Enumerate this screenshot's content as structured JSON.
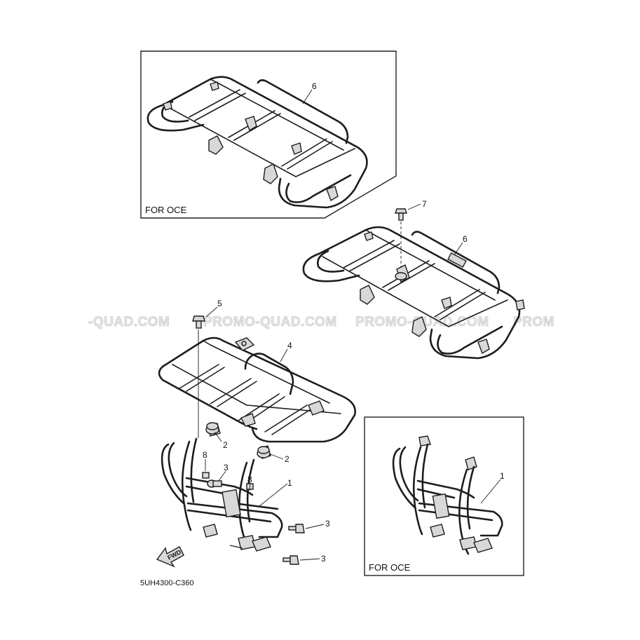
{
  "watermarks": [
    "-QUAD.COM",
    "PROMO-QUAD.COM",
    "PROMO-QUAD.COM",
    "PROM"
  ],
  "boxes": {
    "top_box_label": "FOR OCE",
    "bottom_box_label": "FOR OCE"
  },
  "callouts": {
    "top_box_rack": "6",
    "rear_bolt": "7",
    "rear_rack": "6",
    "front_bolt": "5",
    "front_rack": "4",
    "grommet_a": "2",
    "grommet_b": "2",
    "nut_a": "8",
    "nut_b": "8",
    "collar": "3",
    "bolt_a": "3",
    "bolt_b": "3",
    "front_guard": "1",
    "box_guard": "1"
  },
  "fwd_label": "FWD",
  "diagram_code": "5UH4300-C360"
}
